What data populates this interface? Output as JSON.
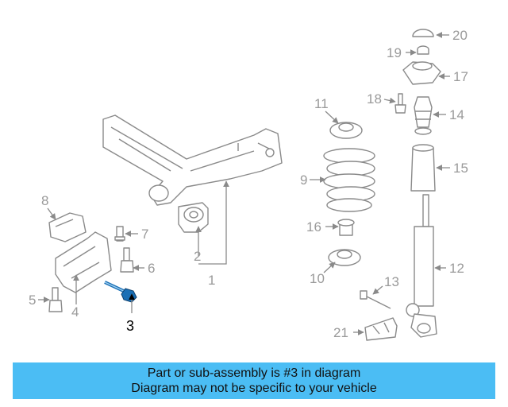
{
  "diagram": {
    "labels": {
      "l1": "1",
      "l2": "2",
      "l3": "3",
      "l4": "4",
      "l5": "5",
      "l6": "6",
      "l7": "7",
      "l8": "8",
      "l9": "9",
      "l10": "10",
      "l11": "11",
      "l12": "12",
      "l13": "13",
      "l14": "14",
      "l15": "15",
      "l16": "16",
      "l17": "17",
      "l18": "18",
      "l19": "19",
      "l20": "20",
      "l21": "21"
    },
    "highlight_color": "#1a6fb5",
    "part_color": "#8a8a8a"
  },
  "banner": {
    "line1": "Part or sub-assembly is #3 in diagram",
    "line2": "Diagram may not be specific to your vehicle",
    "color": "#4bbdf4"
  }
}
